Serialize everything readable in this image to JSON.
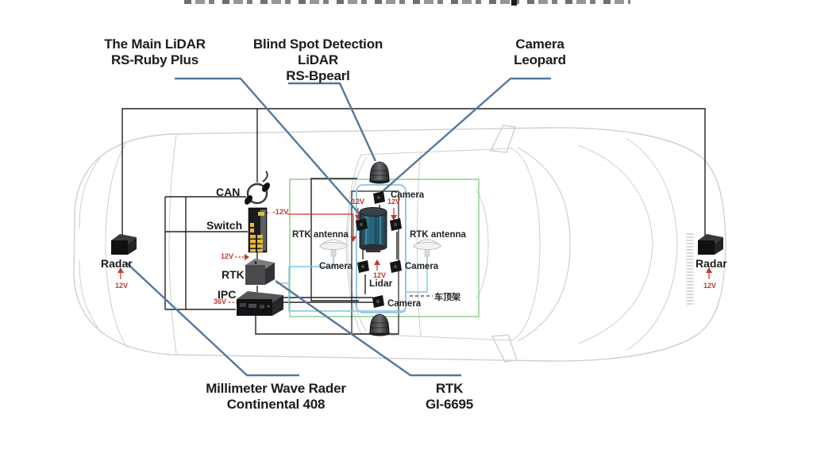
{
  "callouts": {
    "main_lidar": {
      "line1": "The Main LiDAR",
      "line2": "RS-Ruby Plus"
    },
    "blind_spot_lidar": {
      "line1": "Blind Spot Detection LiDAR",
      "line2": "RS-Bpearl"
    },
    "camera_leopard": {
      "line1": "Camera",
      "line2": "Leopard"
    },
    "mmw_radar": {
      "line1": "Millimeter Wave Rader",
      "line2": "Continental 408"
    },
    "rtk_receiver": {
      "line1": "RTK",
      "line2": "GI-6695"
    }
  },
  "devices": {
    "can": "CAN",
    "switch": "Switch",
    "rtk": "RTK",
    "ipc": "IPC",
    "lidar": "Lidar",
    "radar_left": "Radar",
    "radar_right": "Radar",
    "rtk_antenna_left": "RTK antenna",
    "rtk_antenna_right": "RTK antenna",
    "camera_top": "Camera",
    "camera_left": "Camera",
    "camera_right": "Camera",
    "camera_bottom": "Camera",
    "roof_rack": "车顶架"
  },
  "power": {
    "switch_feed": "←-12V",
    "camera_left_12v": "12V",
    "camera_right_12v": "12V",
    "lidar_12v": "12V",
    "rtk_12v": "12V",
    "ipc_36v": "36V",
    "radar_left_12v": "12V",
    "radar_right_12v": "12V"
  },
  "colors": {
    "ink": "#1f1f1f",
    "leader_blue": "#54789b",
    "wire_red": "#c0392b",
    "wire_cyan": "#7fc6e2",
    "frame_green": "#8fd08f",
    "frame_blue": "#8fc3dd",
    "car_line": "#c9ced2"
  }
}
